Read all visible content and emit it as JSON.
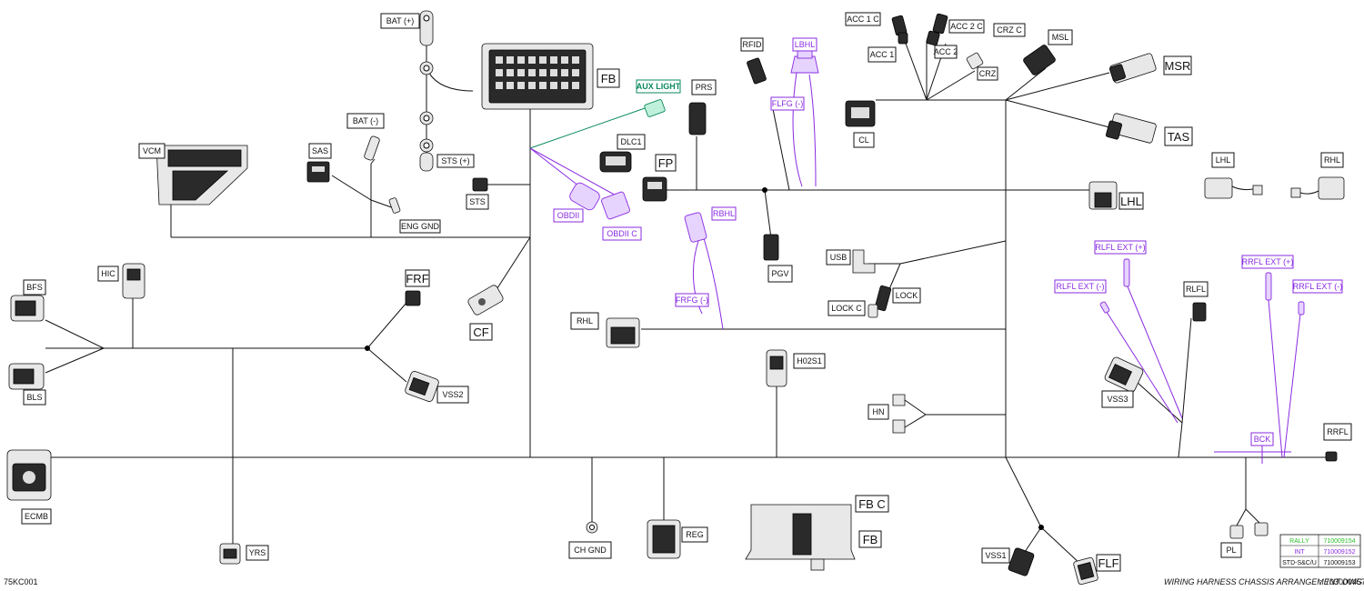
{
  "diagram_code": "75KC001",
  "footer": {
    "title": "WIRING HARNESS  CHASSIS ARRANGEMENT DWG",
    "sep": ":",
    "dwg_number": "703000457"
  },
  "revision_table": [
    {
      "label": "RALLY",
      "part": "710009154",
      "color": "#2bbf2b"
    },
    {
      "label": "INT",
      "part": "710009152",
      "color": "#8a2be2"
    },
    {
      "label": "STD-S&C/U",
      "part": "710009153",
      "color": "#111111"
    }
  ],
  "labels": {
    "bat_pos": "BAT (+)",
    "fb": "FB",
    "aux_light": "AUX LIGHT",
    "prs": "PRS",
    "rfid": "RFID",
    "lbhl": "LBHL",
    "flfg": "FLFG (-)",
    "acc1c": "ACC 1  C",
    "acc2c": "ACC 2  C",
    "acc1": "ACC 1",
    "acc2": "ACC 2",
    "crzc": "CRZ  C",
    "crz": "CRZ",
    "msl": "MSL",
    "msr": "MSR",
    "cl": "CL",
    "tas": "TAS",
    "lhl_top": "LHL",
    "rhl_top": "RHL",
    "lhl": "LHL",
    "vcm": "VCM",
    "sas": "SAS",
    "bat_neg": "BAT (-)",
    "sts_pos": "STS (+)",
    "sts": "STS",
    "eng_gnd": "ENG GND",
    "dlc1": "DLC1",
    "fp": "FP",
    "obdii": "OBDII",
    "obdiic": "OBDII  C",
    "rbhl": "RBHL",
    "pgv": "PGV",
    "usb": "USB",
    "lock": "LOCK",
    "lockc": "LOCK  C",
    "frfg": "FRFG (-)",
    "rlfl_ext_pos": "RLFL  EXT (+)",
    "rlfl_ext_neg": "RLFL  EXT (-)",
    "rrfl_ext_pos": "RRFL  EXT (+)",
    "rrfl_ext_neg": "RRFL  EXT (-)",
    "rlfl": "RLFL",
    "bfs": "BFS",
    "hic": "HIC",
    "frf": "FRF",
    "cf": "CF",
    "rhl": "RHL",
    "h02s1": "H02S1",
    "bls": "BLS",
    "vss2": "VSS2",
    "vss3": "VSS3",
    "hn": "HN",
    "bck": "BCK",
    "rrfl": "RRFL",
    "ecmb": "ECMB",
    "yrs": "YRS",
    "ch_gnd": "CH GND",
    "reg": "REG",
    "fb_c": "FB  C",
    "fb_bottom": "FB",
    "vss1": "VSS1",
    "flf": "FLF",
    "pl": "PL"
  }
}
